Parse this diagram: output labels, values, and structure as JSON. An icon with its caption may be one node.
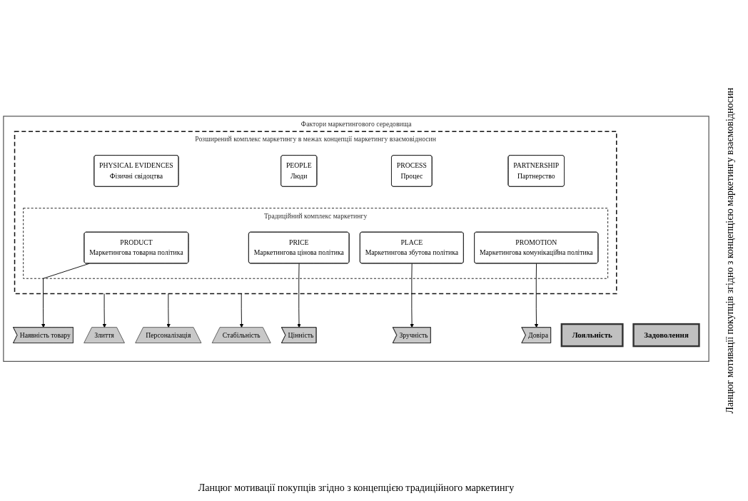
{
  "diagram": {
    "nodes": [
      {
        "text": [
          "Фактори маркетингового середовища"
        ]
      },
      {
        "text": [
          "Розширений комплекс маркетингу в межах концепції маркетингу взаємовідносин"
        ],
        "in": 0
      },
      {
        "text": [
          "PHYSICAL EVIDENCES",
          "Фізичні свідоцтва"
        ],
        "in": 1
      },
      {
        "text": [
          "PEOPLE",
          "Люди"
        ],
        "in": 1
      },
      {
        "text": [
          "PROCESS",
          "Процес"
        ],
        "in": 1
      },
      {
        "text": [
          "PARTNERSHIP",
          "Партнерство"
        ],
        "in": 1
      },
      {
        "text": [
          "Традиційний комплекс маркетингу"
        ],
        "in": 1
      },
      {
        "text": [
          "PRODUCT",
          "Маркетингова товарна політика"
        ],
        "in": 6
      },
      {
        "text": [
          "PRICE",
          "Маркетингова цінова політика"
        ],
        "in": 6
      },
      {
        "text": [
          "PLACE",
          "Маркетингова збутова політика"
        ],
        "in": 6
      },
      {
        "text": [
          "PROMOTION",
          "Маркетингова комунікаційна політика"
        ],
        "in": 6
      },
      {
        "text": [
          "Лояльність"
        ],
        "in": 0
      },
      {
        "text": [
          "Злиття"
        ],
        "in": 0
      },
      {
        "text": [
          "Персоналізація"
        ],
        "in": 0
      },
      {
        "text": [
          "Стабільність"
        ],
        "in": 0
      },
      {
        "text": [
          "Задоволення"
        ],
        "in": 0
      },
      {
        "text": [
          "Наявність товару"
        ],
        "in": 0
      },
      {
        "text": [
          "Цінність"
        ],
        "in": 0
      },
      {
        "text": [
          "Зручність"
        ],
        "in": 0
      },
      {
        "text": [
          "Довіра"
        ],
        "in": 0
      }
    ],
    "edges": [
      {
        "from": 1,
        "to": 12,
        "arrow": "to"
      },
      {
        "from": 1,
        "to": 13,
        "arrow": "to"
      },
      {
        "from": 1,
        "to": 14,
        "arrow": "to"
      },
      {
        "from": 7,
        "to": 16,
        "arrow": "to"
      },
      {
        "from": 8,
        "to": 17,
        "arrow": "to"
      },
      {
        "from": 9,
        "to": 18,
        "arrow": "to"
      },
      {
        "from": 10,
        "to": 19,
        "arrow": "to"
      }
    ],
    "labels": [
      "Ланцюг мотивації покупців згідно з концепцією маркетингу взаємовідносин",
      "Ланцюг мотивації покупців згідно з концепцією традиційного маркетингу"
    ]
  }
}
